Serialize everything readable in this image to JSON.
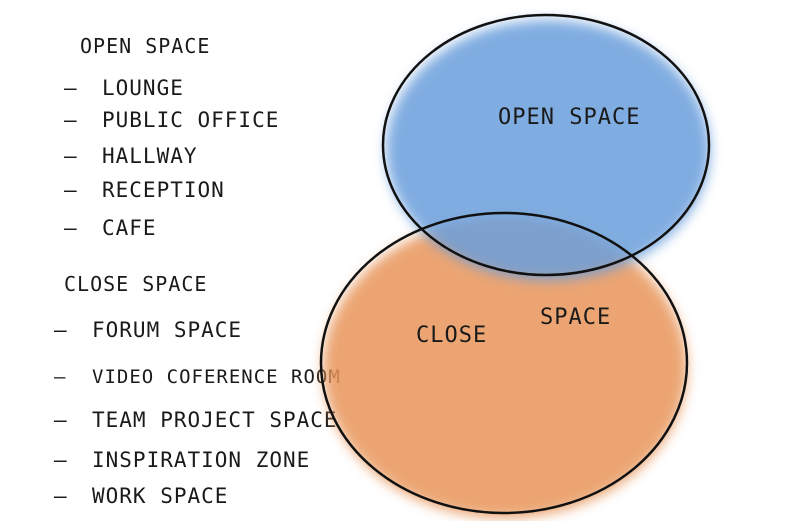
{
  "open_section": {
    "heading": "OPEN SPACE",
    "items": [
      "LOUNGE",
      "PUBLIC OFFICE",
      "HALLWAY",
      "RECEPTION",
      "CAFE"
    ]
  },
  "close_section": {
    "heading": "CLOSE SPACE",
    "items": [
      "FORUM SPACE",
      "VIDEO COFERENCE ROOM",
      "TEAM PROJECT SPACE",
      "INSPIRATION ZONE",
      "WORK SPACE"
    ]
  },
  "venn": {
    "open_label": "OPEN SPACE",
    "close_label_1": "CLOSE",
    "close_label_2": "SPACE",
    "colors": {
      "open_fill": "#6a9fdc",
      "close_fill": "#e8955a",
      "outline": "#111111"
    }
  }
}
